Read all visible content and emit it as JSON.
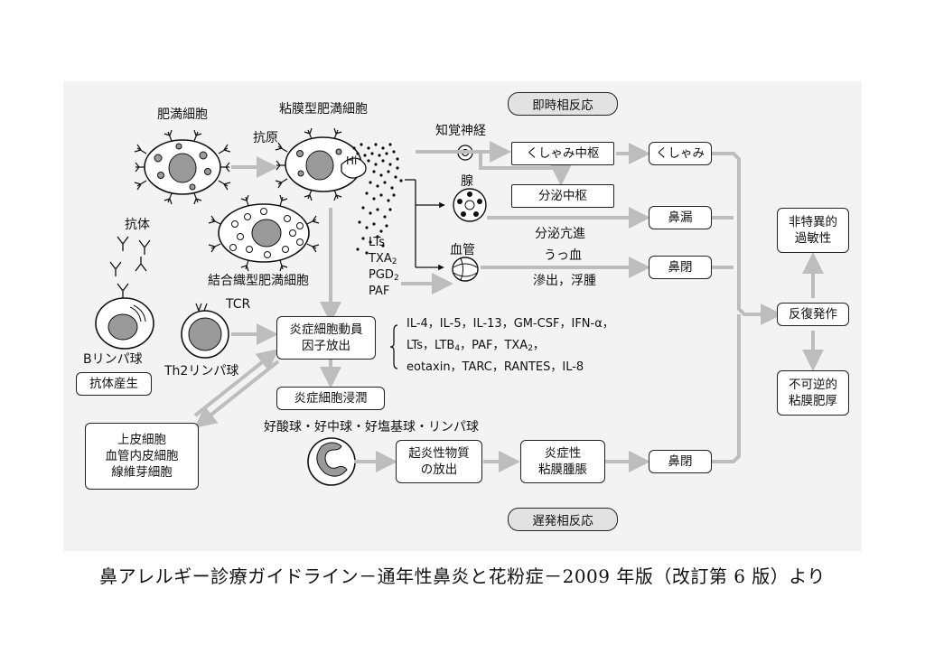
{
  "labels": {
    "mast_cell": "肥満細胞",
    "mucosal_mast_cell": "粘膜型肥満細胞",
    "connective_mast_cell": "結合織型肥満細胞",
    "antigen": "抗原",
    "antibody": "抗体",
    "sensory_nerve": "知覚神経",
    "gland": "腺",
    "blood_vessel": "血管",
    "hi": "Hi",
    "lts": "LTs",
    "txa2": "TXA",
    "txa2_sub": "2",
    "pgd2": "PGD",
    "pgd2_sub": "2",
    "paf": "PAF",
    "tcr": "TCR",
    "b_lymphocyte": "Bリンパ球",
    "th2_lymphocyte": "Th2リンパ球",
    "secretion_increase": "分泌亢進",
    "congestion": "うっ血",
    "exudation_edema": "滲出，浮腫",
    "cytokines_line1": "IL-4，IL-5，IL-13，GM-CSF，IFN-α，",
    "cytokines_line2a": "LTs，LTB",
    "cytokines_line2_sub": "4",
    "cytokines_line2b": "，PAF，TXA",
    "cytokines_line2_sub2": "2",
    "cytokines_line2c": "，",
    "cytokines_line3": "eotaxin，TARC，RANTES，IL-8",
    "inflammatory_cells": "好酸球・好中球・好塩基球・リンパ球"
  },
  "boxes": {
    "immediate_phase": "即時相反応",
    "late_phase": "遅発相反応",
    "sneeze_center": "くしゃみ中枢",
    "sneeze": "くしゃみ",
    "secretion_center": "分泌中枢",
    "rhinorrhea": "鼻漏",
    "nasal_block1": "鼻閉",
    "nasal_block2": "鼻閉",
    "antibody_production": "抗体産生",
    "mobilization_line1": "炎症細胞動員",
    "mobilization_line2": "因子放出",
    "infiltration": "炎症細胞浸潤",
    "epithelial_line1": "上皮細胞",
    "epithelial_line2": "血管内皮細胞",
    "epithelial_line3": "線維芽細胞",
    "mediator_line1": "起炎性物質",
    "mediator_line2": "の放出",
    "swelling_line1": "炎症性",
    "swelling_line2": "粘膜腫脹",
    "nonspecific_line1": "非特異的",
    "nonspecific_line2": "過敏性",
    "repeated_attack": "反復発作",
    "irreversible_line1": "不可逆的",
    "irreversible_line2": "粘膜肥厚"
  },
  "caption": "鼻アレルギー診療ガイドライン－通年性鼻炎と花粉症－2009 年版（改訂第 6 版）より"
}
